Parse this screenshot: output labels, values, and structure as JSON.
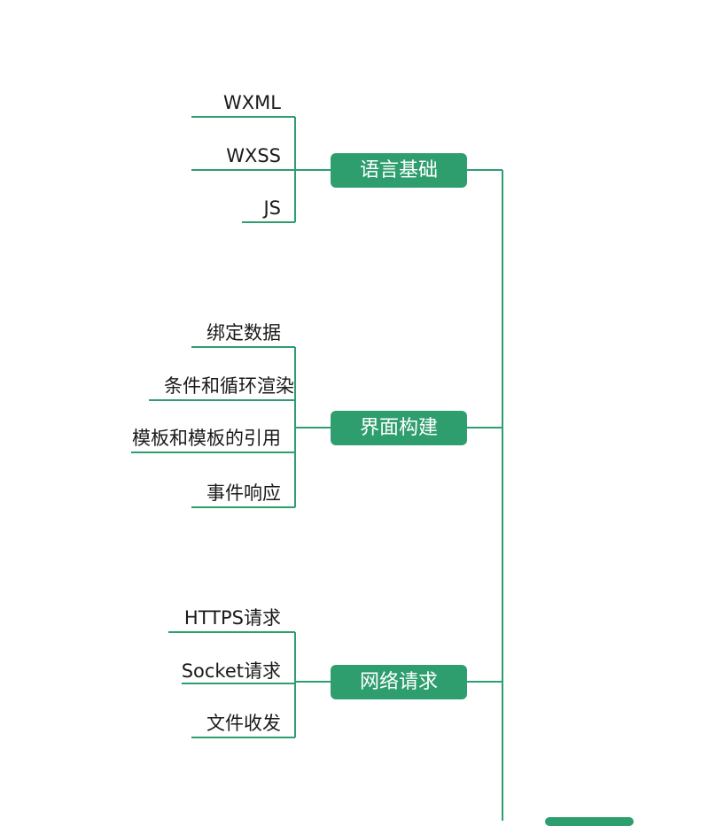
{
  "mindmap": {
    "branches": [
      {
        "label": "语言基础",
        "children": [
          "WXML",
          "WXSS",
          "JS"
        ]
      },
      {
        "label": "界面构建",
        "children": [
          "绑定数据",
          "条件和循环渲染",
          "模板和模板的引用",
          "事件响应"
        ]
      },
      {
        "label": "网络请求",
        "children": [
          "HTTPS请求",
          "Socket请求",
          "文件收发"
        ]
      }
    ]
  },
  "colors": {
    "accent": "#2f9e6e",
    "text": "#1a1a1a"
  }
}
